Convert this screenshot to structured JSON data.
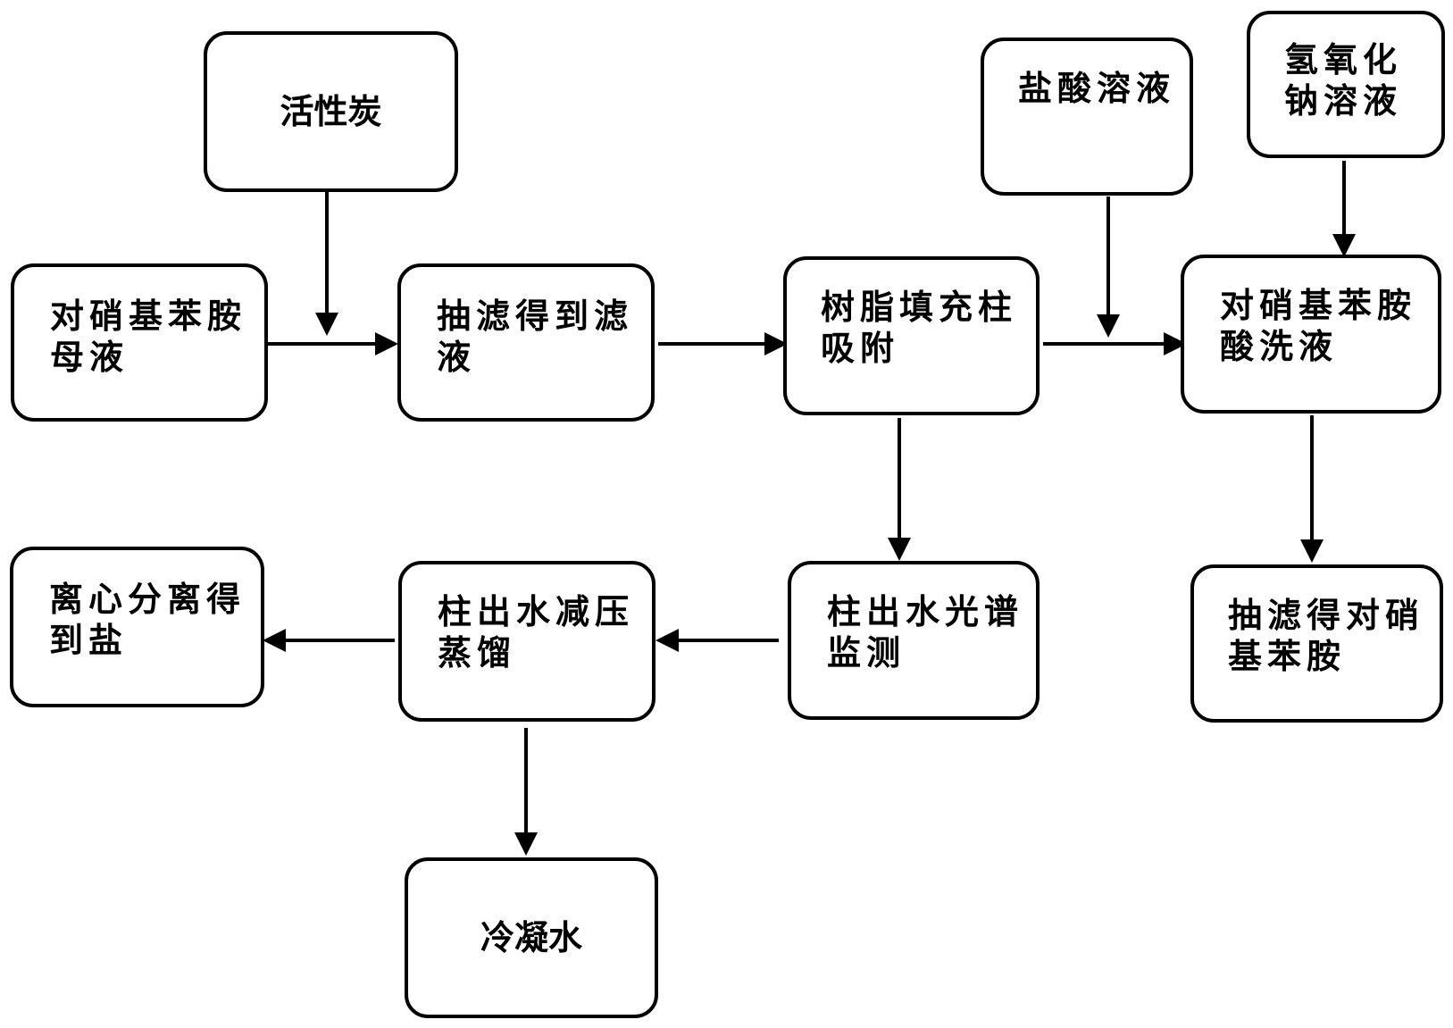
{
  "diagram": {
    "nodes": {
      "activated_carbon": "活性炭",
      "mother_liquor": "对硝基苯胺母液",
      "filtrate": "抽滤得到滤液",
      "resin_adsorption": "树脂填充柱吸附",
      "hcl_solution": "盐酸溶液",
      "naoh_solution": "氢氧化钠溶液",
      "acid_wash": "对硝基苯胺酸洗液",
      "product": "抽滤得对硝基苯胺",
      "spectral_monitor": "柱出水光谱监测",
      "vacuum_distill": "柱出水减压蒸馏",
      "centrifuge": "离心分离得到盐",
      "condensate": "冷凝水"
    },
    "colors": {
      "stroke": "#000000",
      "background": "#ffffff"
    }
  }
}
